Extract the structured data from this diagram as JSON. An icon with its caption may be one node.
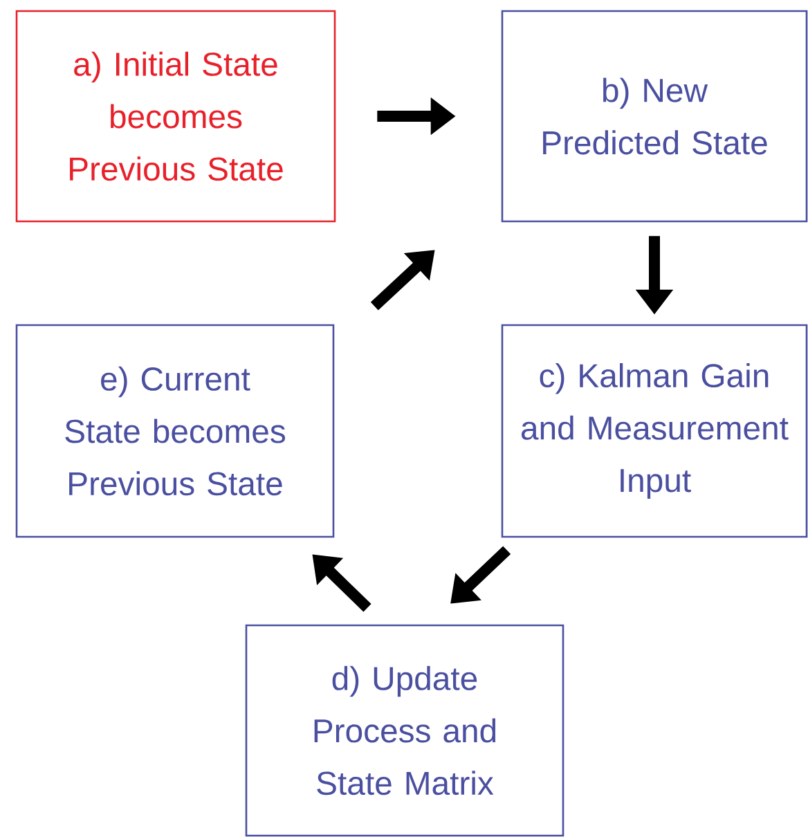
{
  "diagram": {
    "nodes": [
      {
        "text": [
          "a) Initial State becomes Previous State"
        ]
      },
      {
        "text": [
          "b) New Predicted State"
        ]
      },
      {
        "text": [
          "c) Kalman Gain and Measurement Input"
        ]
      },
      {
        "text": [
          "d) Update Process and State Matrix"
        ]
      },
      {
        "text": [
          "e) Current State becomes Previous State"
        ]
      }
    ],
    "edges": [
      {
        "from": 0,
        "to": 1,
        "arrow": "to"
      },
      {
        "from": 1,
        "to": 2,
        "arrow": "to"
      },
      {
        "from": 2,
        "to": 3,
        "arrow": "to"
      },
      {
        "from": 3,
        "to": 4,
        "arrow": "to"
      },
      {
        "from": 4,
        "to": 1,
        "arrow": "to"
      }
    ]
  }
}
